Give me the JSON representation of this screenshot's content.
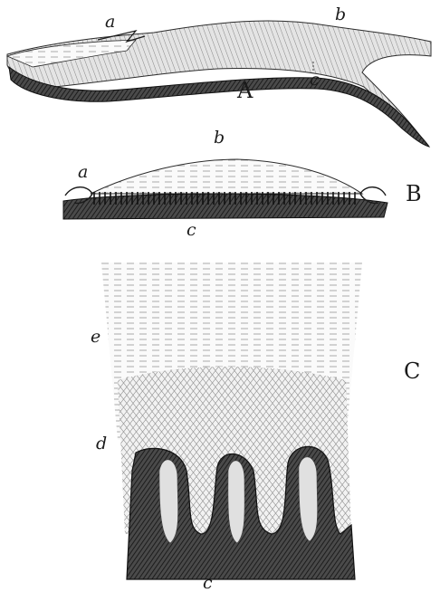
{
  "panels": [
    {
      "id": "A",
      "title": "A",
      "labels": [
        "a",
        "b",
        "c"
      ]
    },
    {
      "id": "B",
      "title": "B",
      "labels": [
        "a",
        "b",
        "c"
      ]
    },
    {
      "id": "C",
      "title": "C",
      "labels": [
        "e",
        "d",
        "c"
      ]
    }
  ],
  "colors": {
    "ink": "#1b1b1b",
    "dark": "#2c2c2c",
    "mid": "#6e6e6e",
    "light": "#bdbdbd",
    "paper": "#ffffff"
  }
}
